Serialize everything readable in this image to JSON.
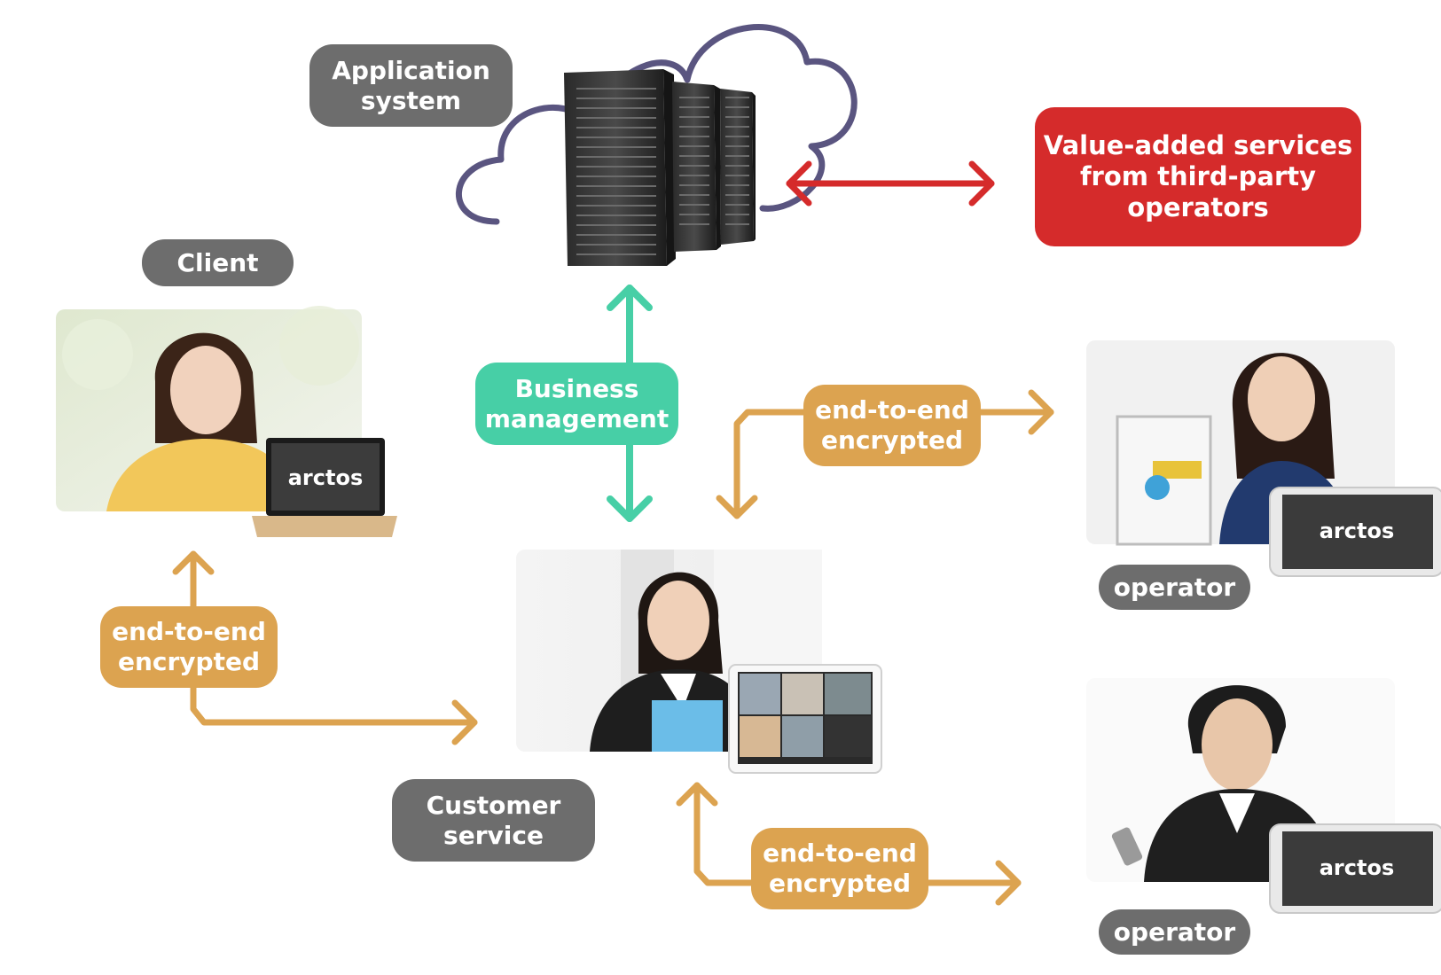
{
  "labels": {
    "application_system": "Application\nsystem",
    "value_added": "Value-added services\nfrom third-party\noperators",
    "client": "Client",
    "business_management": "Business\nmanagement",
    "customer_service": "Customer\nservice",
    "operator_top": "operator",
    "operator_bottom": "operator",
    "e2e_client": "end-to-end\nencrypted",
    "e2e_top_right": "end-to-end\nencrypted",
    "e2e_bottom": "end-to-end\nencrypted"
  },
  "brand": {
    "logo_text_laptop": "arctos",
    "logo_text_phone_top": "arctos",
    "logo_text_phone_bottom": "arctos"
  },
  "colors": {
    "gray_pill": "#6d6d6d",
    "orange": "#dca350",
    "teal": "#47cfa6",
    "red": "#d52b2b",
    "cloud_outline": "#5a5580"
  }
}
